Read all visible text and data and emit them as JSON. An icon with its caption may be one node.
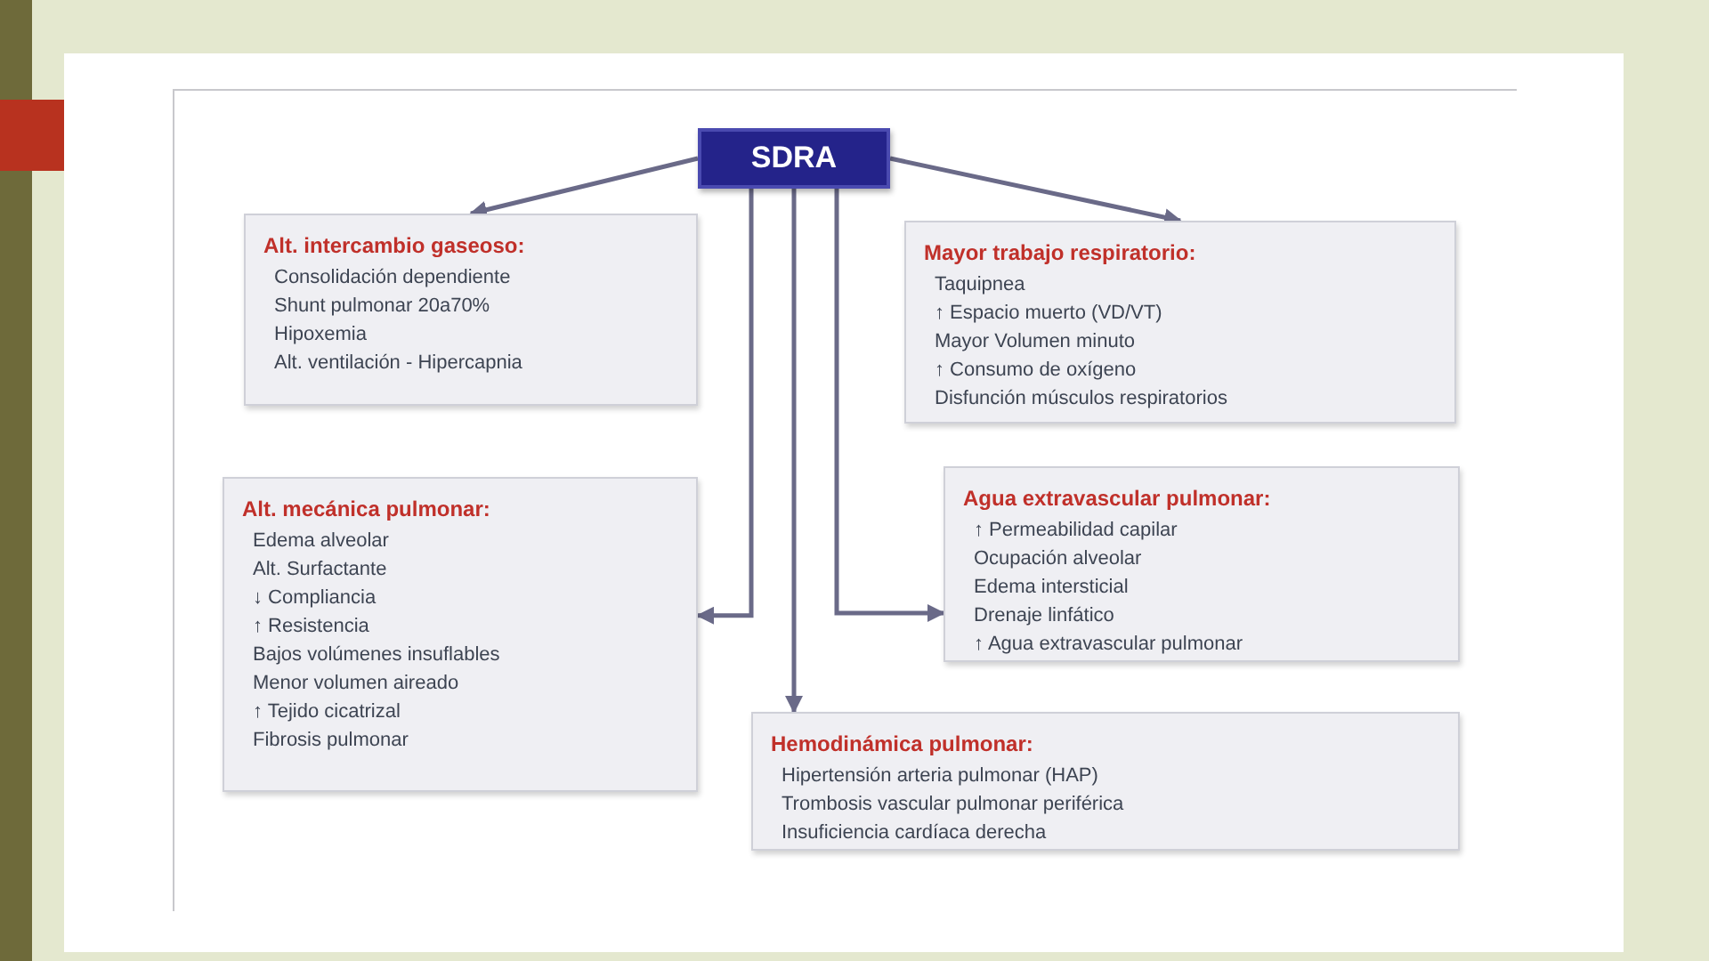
{
  "diagram": {
    "nodes": [
      {
        "text": [
          "SDRA"
        ]
      },
      {
        "text": [
          "Alt. intercambio gaseoso:",
          "Consolidación dependiente",
          "Shunt pulmonar 20a70%",
          "Hipoxemia",
          "Alt. ventilación - Hipercapnia"
        ]
      },
      {
        "text": [
          "Mayor trabajo respiratorio:",
          "Taquipnea",
          "↑ Espacio muerto (VD/VT)",
          "Mayor Volumen minuto",
          "↑ Consumo de oxígeno",
          "Disfunción músculos respiratorios"
        ]
      },
      {
        "text": [
          "Alt. mecánica pulmonar:",
          "Edema alveolar",
          "Alt. Surfactante",
          "↓ Compliancia",
          "↑ Resistencia",
          "Bajos volúmenes insuflables",
          "Menor volumen aireado",
          "↑ Tejido cicatrizal",
          "Fibrosis pulmonar"
        ]
      },
      {
        "text": [
          "Agua extravascular pulmonar:",
          "↑ Permeabilidad capilar",
          "Ocupación alveolar",
          "Edema intersticial",
          "Drenaje linfático",
          "↑ Agua extravascular pulmonar"
        ]
      },
      {
        "text": [
          "Hemodinámica pulmonar:",
          "Hipertensión arteria pulmonar (HAP)",
          "Trombosis vascular pulmonar periférica",
          "Insuficiencia cardíaca derecha"
        ]
      }
    ],
    "edges": [
      {
        "from": 0,
        "to": 1,
        "arrow": "to"
      },
      {
        "from": 0,
        "to": 2,
        "arrow": "to"
      },
      {
        "from": 0,
        "to": 3,
        "arrow": "to"
      },
      {
        "from": 0,
        "to": 5,
        "arrow": "to"
      },
      {
        "from": 0,
        "to": 4,
        "arrow": "to"
      }
    ]
  }
}
